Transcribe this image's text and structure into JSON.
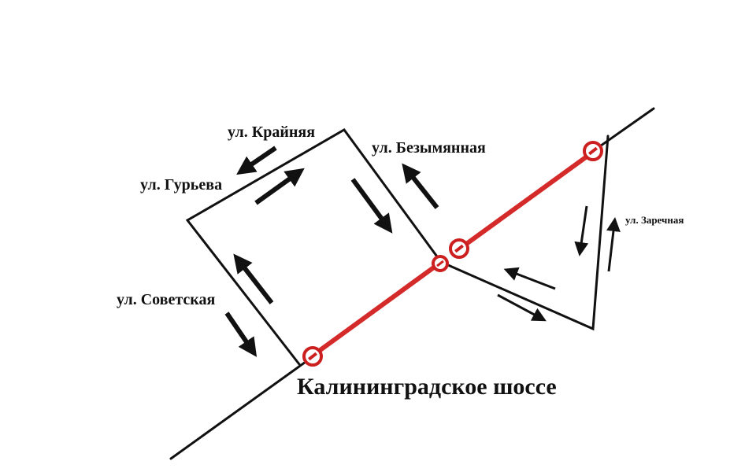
{
  "map": {
    "colors": {
      "road": "#111111",
      "closed_section": "#d42a2a",
      "no_entry_sign": "#cc1f1f",
      "arrow": "#111111",
      "background": "#ffffff"
    },
    "labels": {
      "main_highway": "Калининградское шоссе",
      "street_krainyaya": "ул. Крайняя",
      "street_guryeva": "ул. Гурьева",
      "street_bezymyannaya": "ул. Безымянная",
      "street_sovetskaya": "ул. Советская",
      "street_zarechnaya": "ул. Заречная"
    },
    "icons": {
      "closure_marker": "no-entry-icon",
      "traffic_direction": "arrow-icon"
    }
  }
}
